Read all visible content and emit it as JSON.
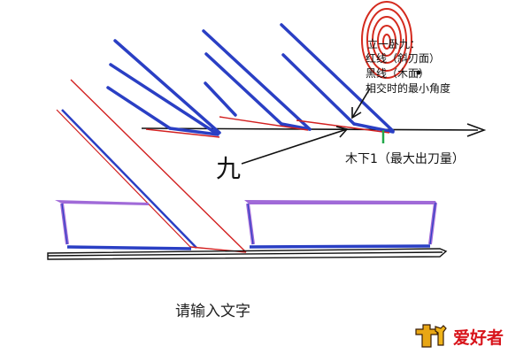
{
  "labels": {
    "legend_line1": "立一卧九：",
    "legend_line2": "红线（斜刃面）",
    "legend_line3": "黑线（木面）",
    "legend_line4": "相交时的最小角度",
    "nine": "九",
    "max_cut": "木下1（最大出刀量）",
    "input_placeholder": "请输入文字"
  },
  "logo": {
    "text": "爱好者",
    "wood_mark": "木工"
  },
  "colors": {
    "blade_blue": "#2a3fc4",
    "bevel_red": "#d22020",
    "plane_purple": "#a06ad8",
    "spiral_red": "#d42a1e",
    "marker_green": "#22a84a",
    "logo_gold": "#e8a614",
    "logo_red": "#d8141b"
  }
}
